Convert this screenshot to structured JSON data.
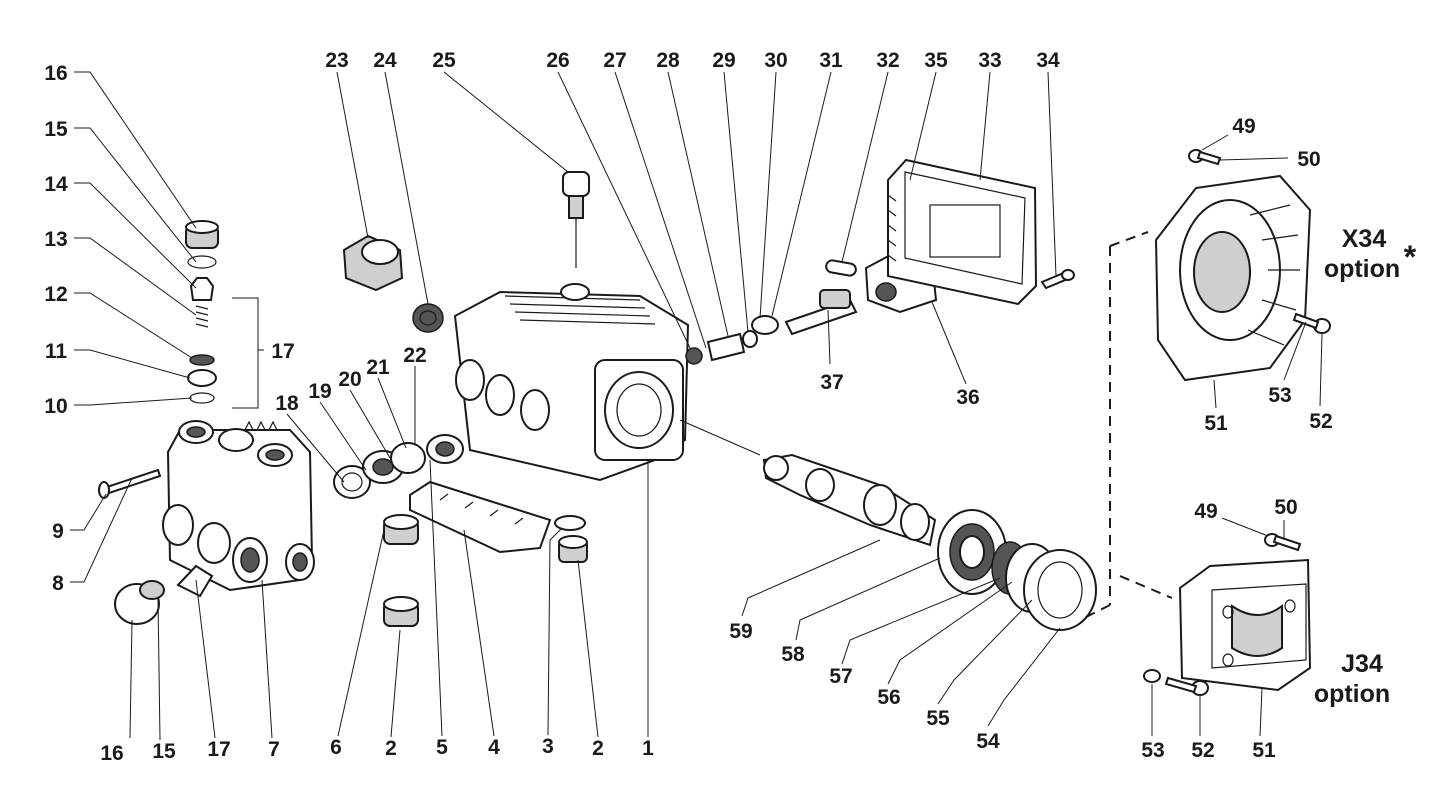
{
  "labels": {
    "l1": "1",
    "l2a": "2",
    "l2b": "2",
    "l3": "3",
    "l4": "4",
    "l5": "5",
    "l6": "6",
    "l7": "7",
    "l8": "8",
    "l9": "9",
    "l10": "10",
    "l11": "11",
    "l12": "12",
    "l13": "13",
    "l14": "14",
    "l15a": "15",
    "l15b": "15",
    "l16a": "16",
    "l16b": "16",
    "l17a": "17",
    "l17b": "17",
    "l18": "18",
    "l19": "19",
    "l20": "20",
    "l21": "21",
    "l22": "22",
    "l23": "23",
    "l24": "24",
    "l25": "25",
    "l26": "26",
    "l27": "27",
    "l28": "28",
    "l29": "29",
    "l30": "30",
    "l31": "31",
    "l32": "32",
    "l33": "33",
    "l34": "34",
    "l35": "35",
    "l36": "36",
    "l37": "37",
    "l49a": "49",
    "l49b": "49",
    "l50a": "50",
    "l50b": "50",
    "l51a": "51",
    "l51b": "51",
    "l52a": "52",
    "l52b": "52",
    "l53a": "53",
    "l53b": "53",
    "l54": "54",
    "l55": "55",
    "l56": "56",
    "l57": "57",
    "l58": "58",
    "l59": "59"
  },
  "options": {
    "x34_line1": "X34",
    "x34_line2": "option",
    "x34_mark": "*",
    "j34_line1": "J34",
    "j34_line2": "option"
  }
}
